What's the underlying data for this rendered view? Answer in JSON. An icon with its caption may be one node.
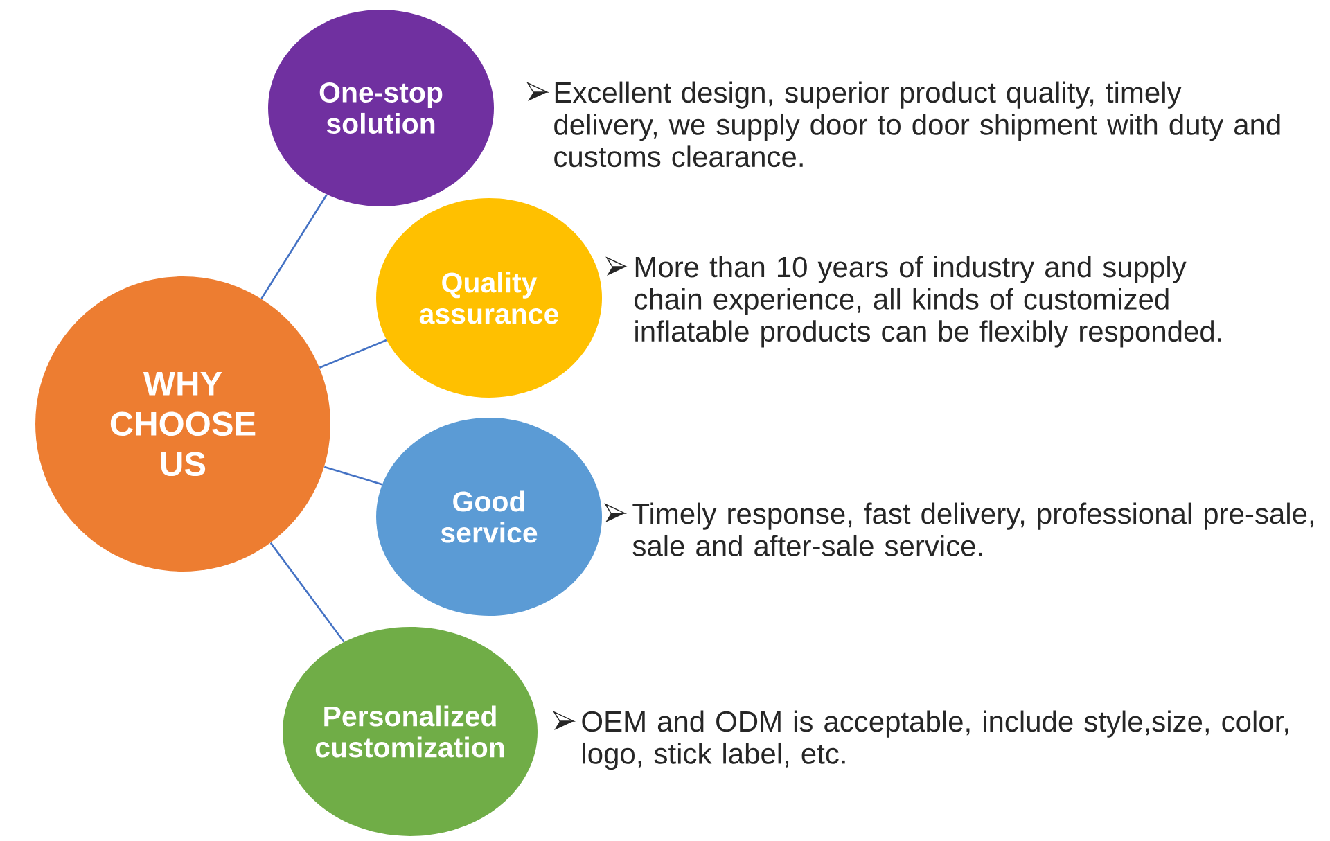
{
  "diagram": {
    "nodes": [
      {
        "text": [
          "WHY CHOOSE US"
        ]
      },
      {
        "text": [
          "One-stop solution"
        ]
      },
      {
        "text": [
          "Quality assurance"
        ],
        "beside": [
          "More than 10 years of industry and supply chain experience, all kinds of customized inflatable products can be flexibly responded."
        ]
      },
      {
        "text": [
          "Good service"
        ],
        "beside": [
          "Timely response, fast delivery, professional pre-sale, sale and after-sale service."
        ]
      },
      {
        "text": [
          "Personalized customization"
        ],
        "beside": [
          "OEM and ODM is acceptable, include style,size, color, logo, stick label, etc."
        ]
      }
    ],
    "edges": [
      {
        "from": 0,
        "to": 1,
        "arrow": "none"
      },
      {
        "from": 0,
        "to": 2,
        "arrow": "none"
      },
      {
        "from": 0,
        "to": 3,
        "arrow": "none"
      },
      {
        "from": 0,
        "to": 4,
        "arrow": "none"
      }
    ],
    "labels": [
      "Excellent design, superior product quality, timely delivery, we supply door to door shipment with duty and customs clearance."
    ]
  }
}
